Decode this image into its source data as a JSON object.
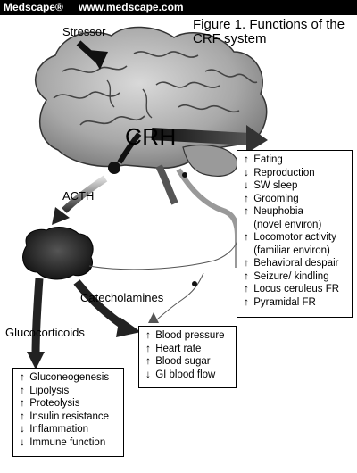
{
  "header": {
    "brand": "Medscape®",
    "url": "www.medscape.com"
  },
  "title": {
    "line1": "Figure 1. Functions of the",
    "line2": "CRF system"
  },
  "labels": {
    "stressor": "Stressor",
    "crh": "CRH",
    "acth": "ACTH",
    "catecholamines": "Catecholamines",
    "glucocorticoids": "Glucocorticoids"
  },
  "behavior_box": {
    "items": [
      {
        "arrow": "↑",
        "text": "Eating"
      },
      {
        "arrow": "↓",
        "text": "Reproduction"
      },
      {
        "arrow": "↓",
        "text": "SW sleep"
      },
      {
        "arrow": "↑",
        "text": "Grooming"
      },
      {
        "arrow": "↑",
        "text": "Neuphobia"
      },
      {
        "arrow": "",
        "text": "(novel environ)"
      },
      {
        "arrow": "↑",
        "text": "Locomotor activity"
      },
      {
        "arrow": "",
        "text": "(familiar environ)"
      },
      {
        "arrow": "↑",
        "text": "Behavioral despair"
      },
      {
        "arrow": "↑",
        "text": "Seizure/ kindling"
      },
      {
        "arrow": "↑",
        "text": "Locus ceruleus FR"
      },
      {
        "arrow": "↑",
        "text": "Pyramidal FR"
      }
    ]
  },
  "cardio_box": {
    "items": [
      {
        "arrow": "↑",
        "text": "Blood pressure"
      },
      {
        "arrow": "↑",
        "text": "Heart rate"
      },
      {
        "arrow": "↑",
        "text": "Blood sugar"
      },
      {
        "arrow": "↓",
        "text": "GI blood flow"
      }
    ]
  },
  "metabolic_box": {
    "items": [
      {
        "arrow": "↑",
        "text": "Gluconeogenesis"
      },
      {
        "arrow": "↑",
        "text": "Lipolysis"
      },
      {
        "arrow": "↑",
        "text": "Proteolysis"
      },
      {
        "arrow": "↑",
        "text": "Insulin resistance"
      },
      {
        "arrow": "↓",
        "text": "Inflammation"
      },
      {
        "arrow": "↓",
        "text": "Immune function"
      }
    ]
  }
}
